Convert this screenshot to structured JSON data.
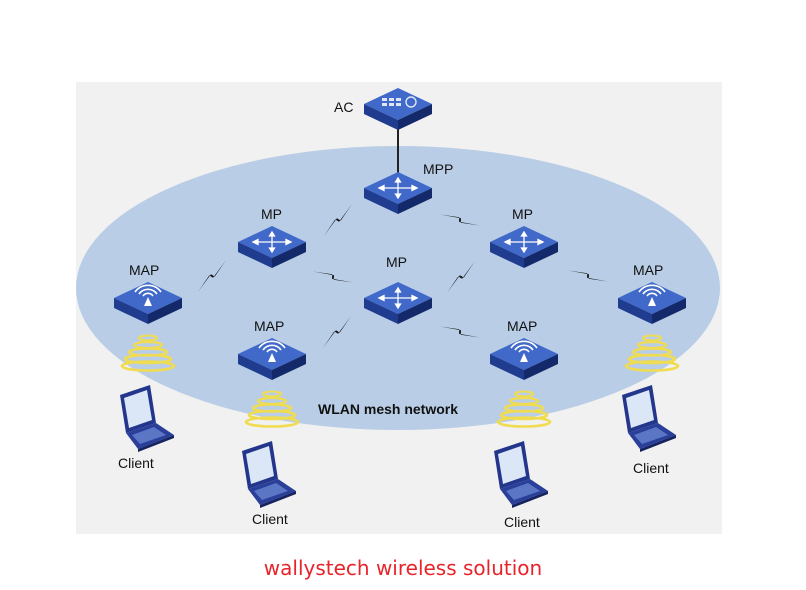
{
  "diagram": {
    "controller": "AC",
    "portal": "MPP",
    "mesh_points": [
      "MP",
      "MP",
      "MP"
    ],
    "access_points": [
      "MAP",
      "MAP",
      "MAP",
      "MAP"
    ],
    "clients": [
      "Client",
      "Client",
      "Client",
      "Client"
    ],
    "network_label": "WLAN mesh network"
  },
  "caption": "wallystech wireless solution",
  "colors": {
    "ellipse": "#b9cde6",
    "device_top": "#2f55b6",
    "device_side": "#1a3585",
    "signal": "#f0dc50",
    "caption": "#e8232a"
  }
}
